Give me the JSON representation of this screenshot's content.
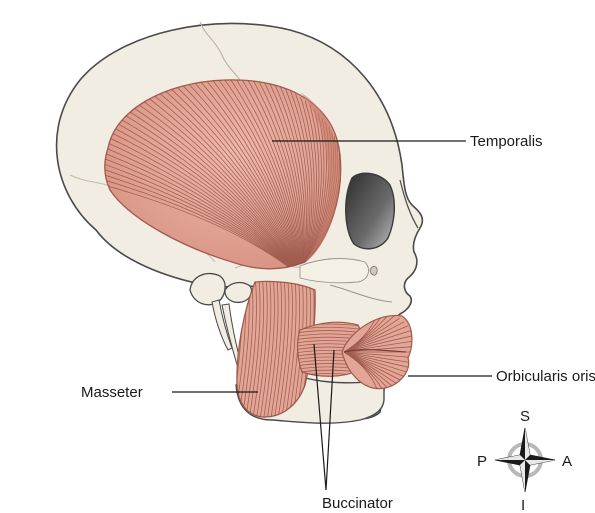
{
  "labels": {
    "temporalis": "Temporalis",
    "masseter": "Masseter",
    "orbicularis_oris": "Orbicularis oris",
    "buccinator": "Buccinator"
  },
  "compass": {
    "superior": "S",
    "inferior": "I",
    "posterior": "P",
    "anterior": "A"
  },
  "colors": {
    "bone": "#f1ede2",
    "bone_outline": "#4a4a4a",
    "muscle": "#e3a596",
    "muscle_shadow": "#c97b6c",
    "muscle_fiber": "#8e4a3e",
    "orbit": "#555555"
  }
}
